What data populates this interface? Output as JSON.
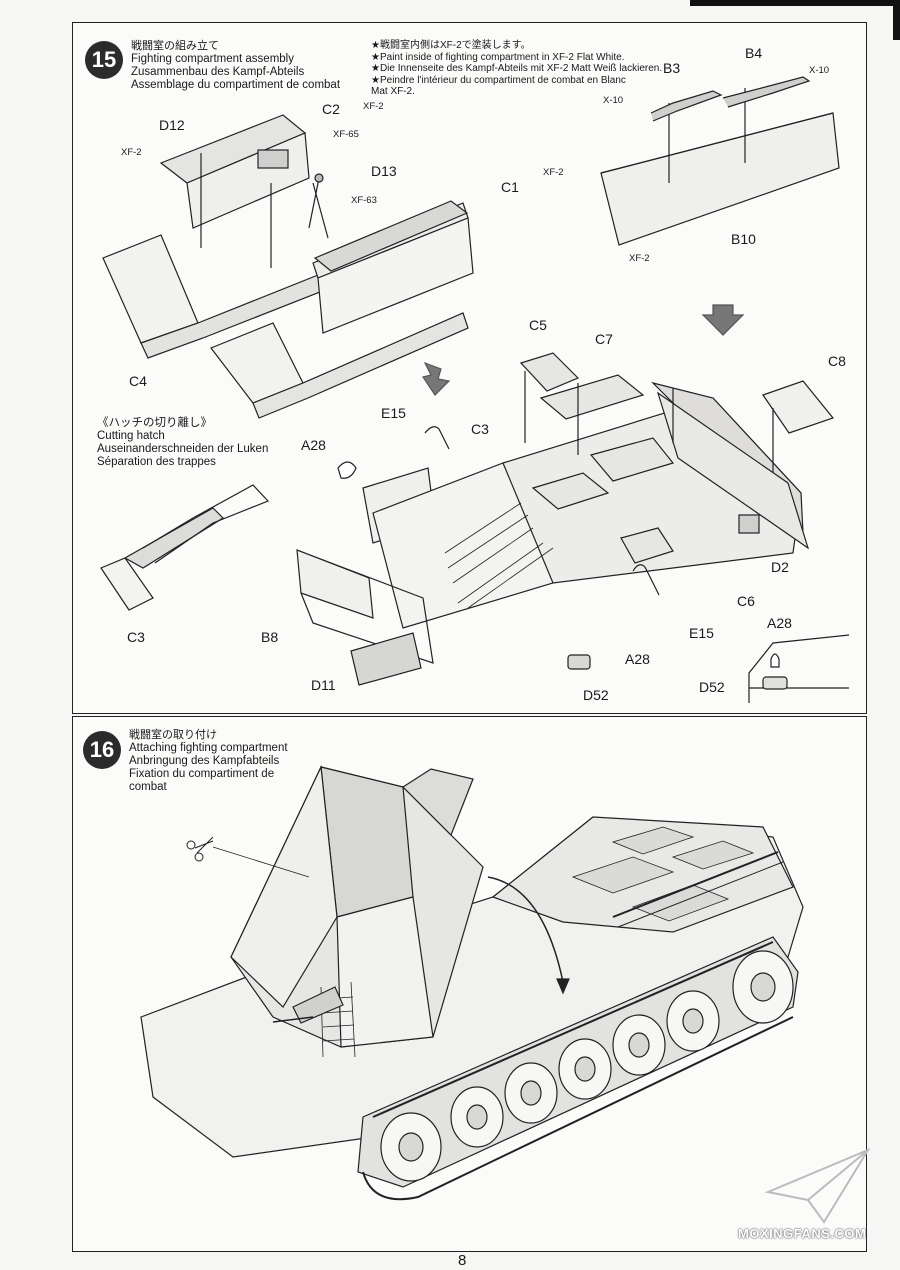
{
  "step15": {
    "number": "15",
    "title_jp": "戦闘室の組み立て",
    "title_en": "Fighting compartment assembly",
    "title_de": "Zusammenbau des Kampf-Abteils",
    "title_fr": "Assemblage du compartiment de combat",
    "paint_note": [
      "★戦闘室内側はXF-2で塗装します。",
      "★Paint inside of fighting compartment in XF-2 Flat White.",
      "★Die Innenseite des Kampf-Abteils mit XF-2 Matt Weiß lackieren.",
      "★Peindre l'intérieur du compartiment de combat en Blanc",
      "Mat XF-2."
    ],
    "cutting_hatch": [
      "《ハッチの切り離し》",
      "Cutting hatch",
      "Auseinanderschneiden der Luken",
      "Séparation des trappes"
    ],
    "parts": {
      "D12": "D12",
      "C2": "C2",
      "D13": "D13",
      "C1": "C1",
      "C4": "C4",
      "B3": "B3",
      "B4": "B4",
      "B10": "B10",
      "C5": "C5",
      "C7": "C7",
      "C8": "C8",
      "E15a": "E15",
      "A28a": "A28",
      "C3a": "C3",
      "D2": "D2",
      "C6": "C6",
      "E15b": "E15",
      "A28b": "A28",
      "B8": "B8",
      "D11": "D11",
      "D52a": "D52",
      "C3b": "C3",
      "A28c": "A28",
      "D52b": "D52"
    },
    "paints": {
      "xf2_a": "XF-2",
      "xf65": "XF-65",
      "xf2_b": "XF-2",
      "xf63": "XF-63",
      "xf2_c": "XF-2",
      "x10_a": "X-10",
      "x10_b": "X-10",
      "xf2_d": "XF-2"
    }
  },
  "step16": {
    "number": "16",
    "title_jp": "戦闘室の取り付け",
    "title_en": "Attaching fighting compartment",
    "title_de": "Anbringung des Kampfabteils",
    "title_fr": "Fixation du compartiment de",
    "title_fr2": "combat"
  },
  "page_number": "8",
  "watermark": "MOXINGFANS.COM"
}
